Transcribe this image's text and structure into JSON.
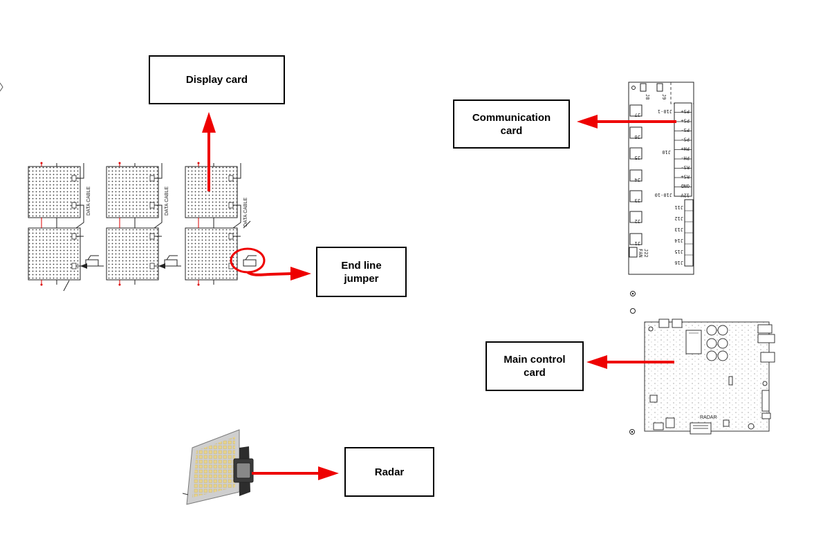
{
  "labels": {
    "display_card": "Display card",
    "communication_card_line1": "Communication",
    "communication_card_line2": "card",
    "end_line_jumper_line1": "End line",
    "end_line_jumper_line2": "jumper",
    "main_control_card_line1": "Main control",
    "main_control_card_line2": "card",
    "radar": "Radar"
  },
  "panel_text": {
    "data_cable": "DATA CABLE"
  },
  "comm_board": {
    "top_connectors": [
      "J8",
      "J9"
    ],
    "left_connectors": [
      "J7",
      "J6",
      "J5",
      "J4",
      "J3",
      "J2",
      "J1"
    ],
    "terminal_pins": [
      "PS+",
      "PS+",
      "PS-",
      "PS-",
      "PH+",
      "PH-",
      "RS-",
      "RS+",
      "GND",
      "12V"
    ],
    "terminal_ends": [
      "J10-1",
      "J10",
      "J10-10"
    ],
    "right_connectors": [
      "J11",
      "J12",
      "J13",
      "J14",
      "J15",
      "J16"
    ],
    "fan_label": "FAN",
    "fan_id": "J22"
  },
  "main_board": {
    "radar_label": "RADAR"
  },
  "colors": {
    "arrow": "#ee0000",
    "box_border": "#000000"
  }
}
